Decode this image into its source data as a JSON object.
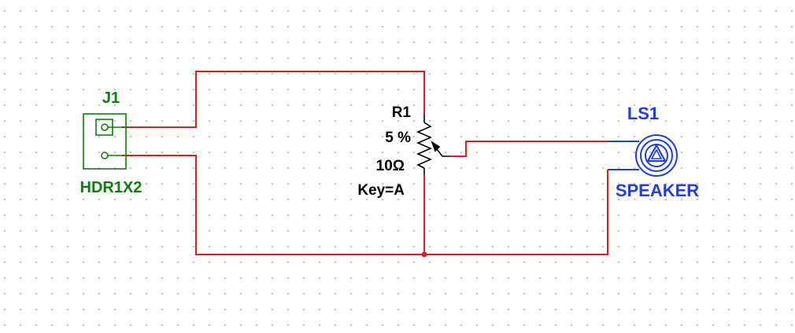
{
  "colors": {
    "wire": "#dc1e1e",
    "connector": "#0d7d0d",
    "speaker": "#1f3fe0",
    "component": "#000000",
    "grid_dot": "#b8b8b8"
  },
  "j1": {
    "ref": "J1",
    "value": "HDR1X2"
  },
  "r1": {
    "ref": "R1",
    "tolerance": "5 %",
    "resistance": "10Ω",
    "key": "Key=A"
  },
  "ls1": {
    "ref": "LS1",
    "value": "SPEAKER"
  },
  "icons": {
    "connector": "header-connector-icon",
    "potentiometer": "potentiometer-icon",
    "speaker": "speaker-icon",
    "junction": "junction-dot-icon"
  }
}
